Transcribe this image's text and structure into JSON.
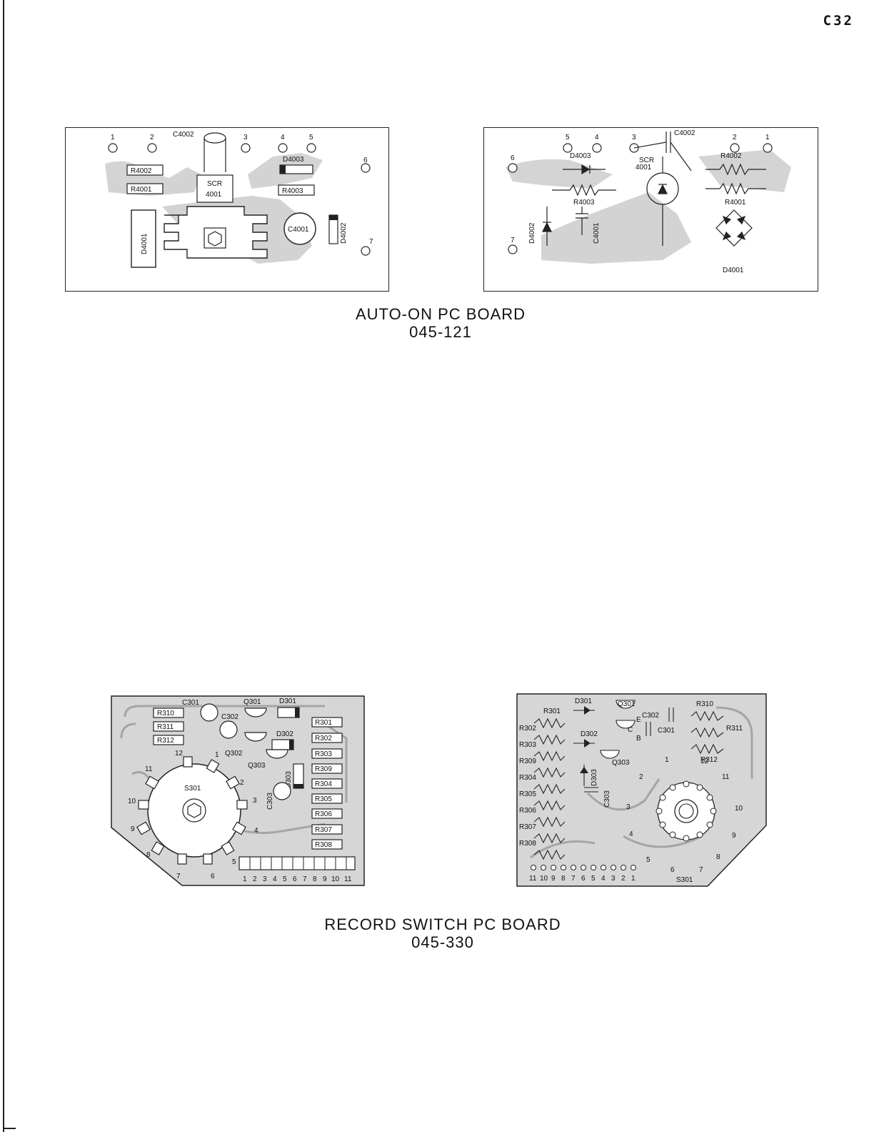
{
  "page_code": "C32",
  "auto_on": {
    "title": "AUTO-ON PC BOARD",
    "part_number": "045-121",
    "component_side": {
      "pads": [
        "1",
        "2",
        "3",
        "4",
        "5",
        "6",
        "7"
      ],
      "parts": [
        "C4002",
        "R4002",
        "R4001",
        "SCR",
        "4001",
        "D4003",
        "R4003",
        "C4001",
        "D4002",
        "D4001"
      ]
    },
    "schematic_side": {
      "pads": [
        "6",
        "5",
        "4",
        "3",
        "2",
        "1",
        "7"
      ],
      "parts": [
        "C4002",
        "D4003",
        "SCR",
        "4001",
        "R4002",
        "R4003",
        "R4001",
        "D4002",
        "C4001",
        "D4001"
      ]
    }
  },
  "record_switch": {
    "title": "RECORD SWITCH PC BOARD",
    "part_number": "045-330",
    "component_side": {
      "resistors": [
        "R310",
        "R311",
        "R312",
        "R301",
        "R302",
        "R303",
        "R309",
        "R304",
        "R305",
        "R306",
        "R307",
        "R308"
      ],
      "parts": [
        "C301",
        "C302",
        "Q301",
        "D301",
        "D302",
        "Q302",
        "Q303",
        "D303",
        "C303",
        "S301"
      ],
      "switch_positions": [
        "1",
        "2",
        "3",
        "4",
        "5",
        "6",
        "7",
        "8",
        "9",
        "10",
        "11",
        "12"
      ],
      "connector_pins": [
        "1",
        "2",
        "3",
        "4",
        "5",
        "6",
        "7",
        "8",
        "9",
        "10",
        "11"
      ]
    },
    "schematic_side": {
      "resistors": [
        "R301",
        "R302",
        "R303",
        "R309",
        "R304",
        "R305",
        "R306",
        "R307",
        "R308",
        "R310",
        "R311",
        "R312"
      ],
      "parts": [
        "D301",
        "Q301",
        "C302",
        "C301",
        "D302",
        "D303",
        "Q303",
        "C303",
        "S301"
      ],
      "transistor_pins": [
        "E",
        "B",
        "C"
      ],
      "switch_positions": [
        "1",
        "2",
        "3",
        "4",
        "5",
        "6",
        "7",
        "8",
        "9",
        "10",
        "11",
        "12"
      ],
      "connector_pins": [
        "11",
        "10",
        "9",
        "8",
        "7",
        "6",
        "5",
        "4",
        "3",
        "2",
        "1"
      ]
    }
  }
}
